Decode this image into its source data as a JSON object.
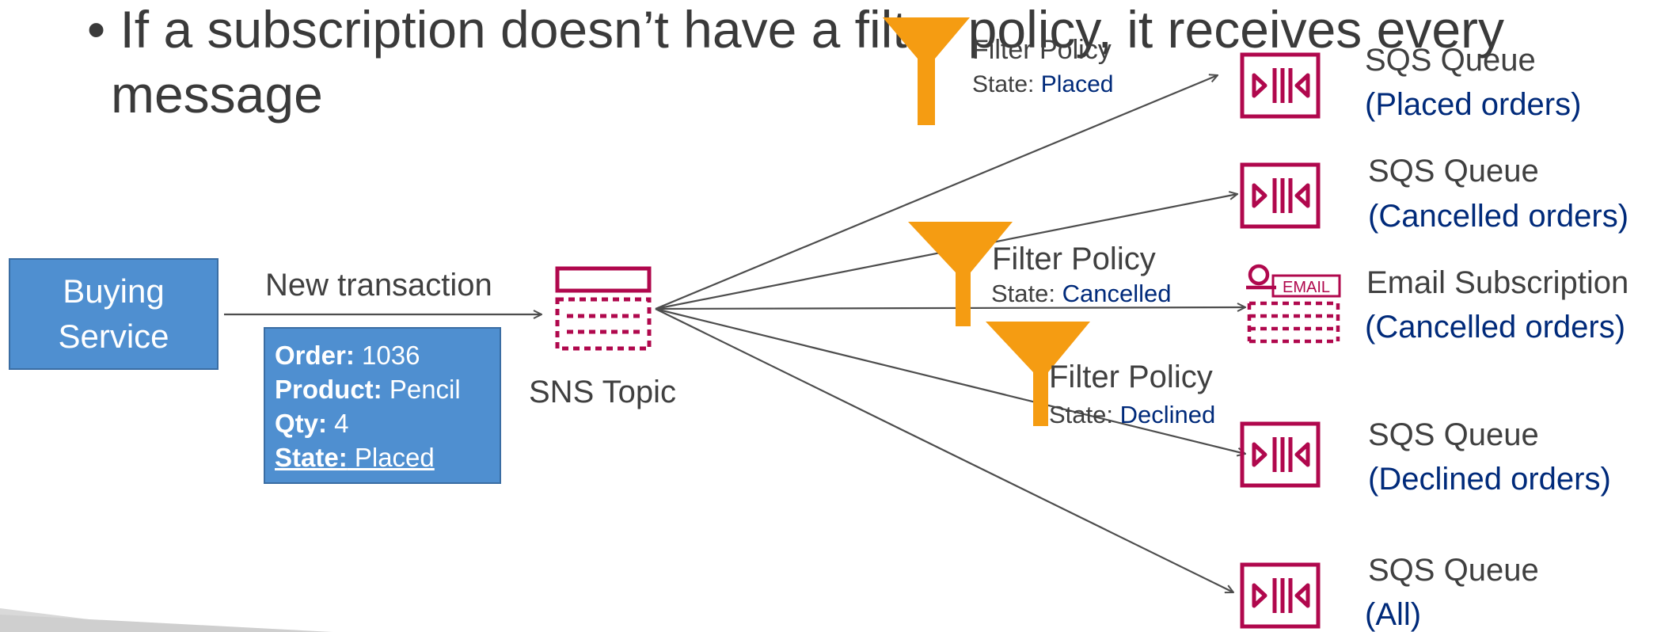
{
  "bullet": {
    "line1": "• If a subscription doesn’t have a filter policy, it receives every",
    "line2": "message"
  },
  "publisher": {
    "line1": "Buying",
    "line2": "Service"
  },
  "edge_label": "New transaction",
  "message": {
    "order_key": "Order:",
    "order_val": " 1036",
    "product_key": "Product:",
    "product_val": " Pencil",
    "qty_key": "Qty:",
    "qty_val": " 4",
    "state_key": "State:",
    "state_val": " Placed"
  },
  "topic_label": "SNS Topic",
  "filters": [
    {
      "title": "Filter Policy",
      "state_prefix": "State: ",
      "state": "Placed"
    },
    {
      "title": "Filter Policy",
      "state_prefix": "State: ",
      "state": "Cancelled"
    },
    {
      "title": "Filter Policy",
      "state_prefix": "State: ",
      "state": "Declined"
    }
  ],
  "subscribers": [
    {
      "title": "SQS Queue",
      "subtitle": "(Placed orders)",
      "icon": "sqs-queue-icon"
    },
    {
      "title": "SQS Queue",
      "subtitle": "(Cancelled orders)",
      "icon": "sqs-queue-icon"
    },
    {
      "title": "Email Subscription",
      "subtitle": "(Cancelled orders)",
      "icon": "email-icon",
      "badge": "EMAIL"
    },
    {
      "title": "SQS Queue",
      "subtitle": "(Declined orders)",
      "icon": "sqs-queue-icon"
    },
    {
      "title": "SQS Queue",
      "subtitle": "(All)",
      "icon": "sqs-queue-icon"
    }
  ],
  "colors": {
    "box_blue": "#4f8fd0",
    "aws_magenta": "#b0084d",
    "filter_orange": "#f59c12",
    "value_blue": "#002a7a",
    "arrow_gray": "#4d4d4d"
  }
}
